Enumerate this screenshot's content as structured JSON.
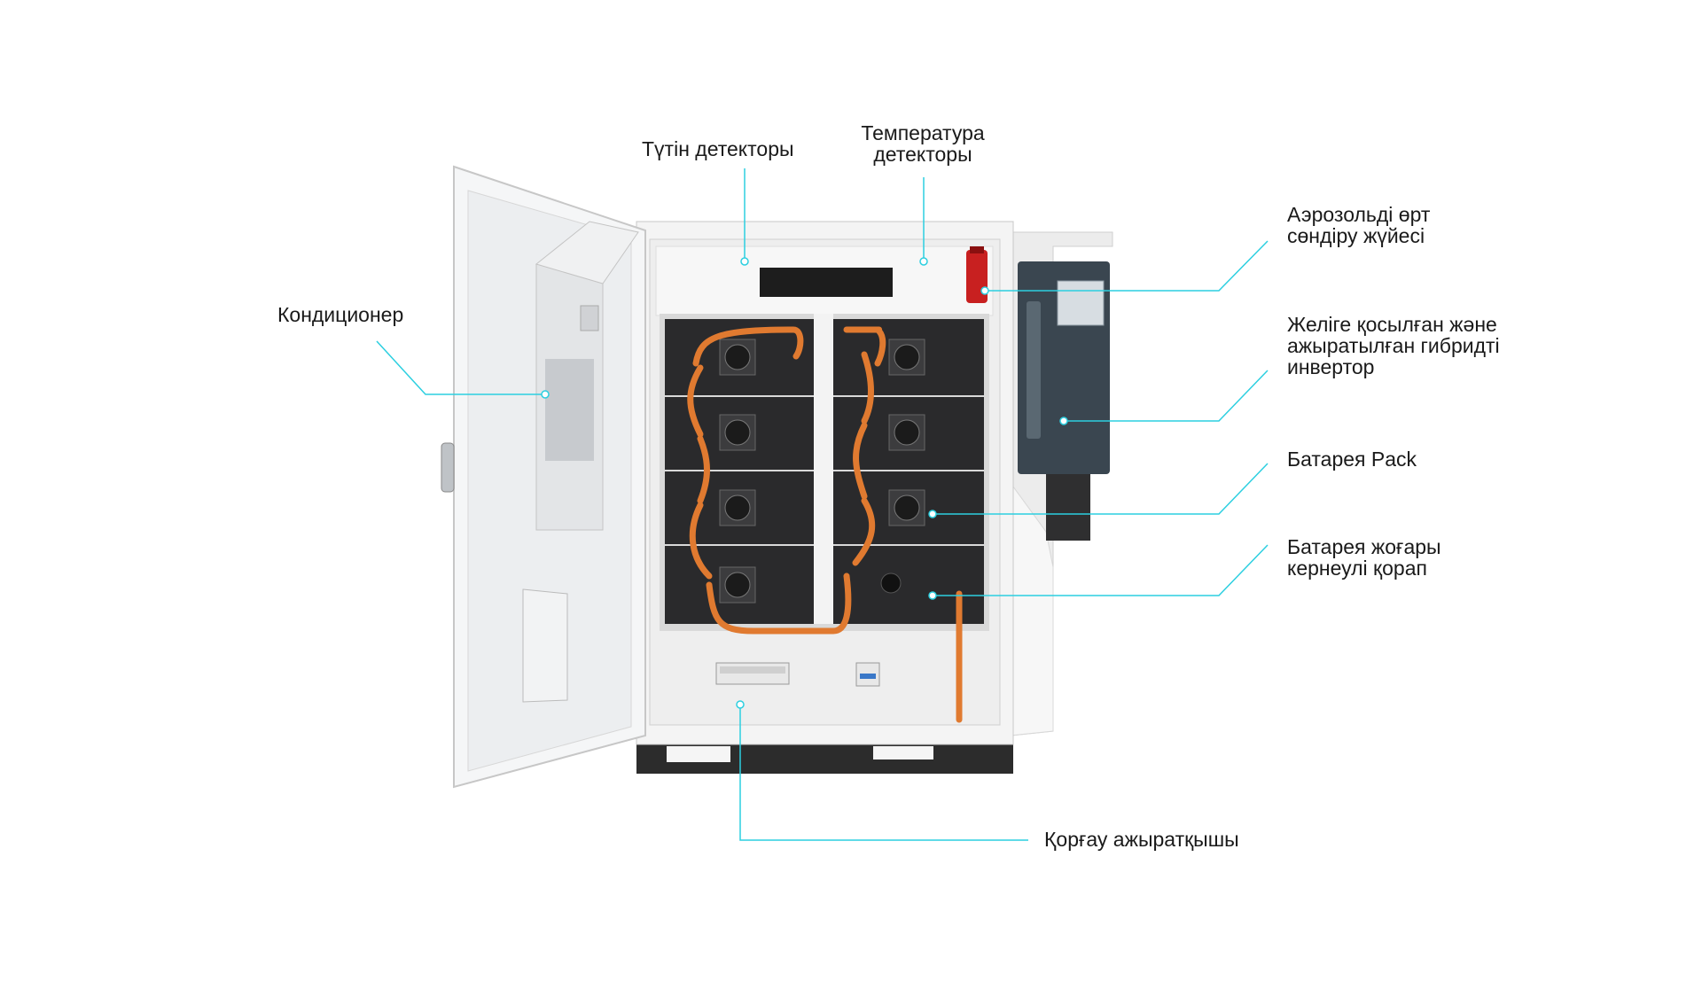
{
  "callouts": {
    "air_conditioner": "Кондиционер",
    "smoke_detector": "Түтін детекторы",
    "temperature_detector": [
      "Температура",
      "детекторы"
    ],
    "aerosol_fire_system": [
      "Аэрозольді өрт",
      "сөндіру жүйесі"
    ],
    "hybrid_inverter": [
      "Желіге қосылған және",
      "ажыратылған гибридті",
      "инвертор"
    ],
    "battery_pack": "Батарея Pack",
    "high_voltage_box": [
      "Батарея жоғары",
      "кернеулі қорап"
    ],
    "protection_breaker": "Қорғау ажыратқышы"
  },
  "colors": {
    "leader_line": "#2ccfe0",
    "battery_body": "#2a2a2c",
    "cable": "#e07a30",
    "cabinet": "#f3f3f3",
    "inverter": "#3a4650",
    "fire_canister": "#c82020"
  }
}
